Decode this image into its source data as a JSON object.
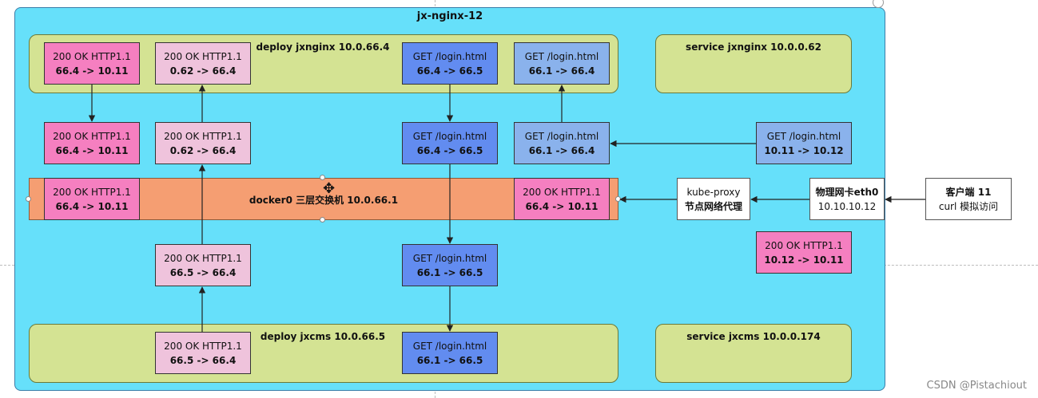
{
  "diagram": {
    "title": "jx-nginx-12",
    "lanes": {
      "deploy_jxnginx": "deploy jxnginx 10.0.66.4",
      "service_jxnginx": "service jxnginx 10.0.0.62",
      "deploy_jxcms": "deploy jxcms 10.0.66.5",
      "service_jxcms": "service jxcms 10.0.0.174"
    },
    "docker": "docker0 三层交换机  10.0.66.1",
    "boxes": {
      "r1c1": {
        "l1": "200 OK HTTP1.1",
        "l2": "66.4 -> 10.11"
      },
      "r1c2": {
        "l1": "200 OK HTTP1.1",
        "l2": "0.62 -> 66.4"
      },
      "r1c3": {
        "l1": "GET /login.html",
        "l2": "66.4 -> 66.5"
      },
      "r1c4": {
        "l1": "GET /login.html",
        "l2": "66.1 -> 66.4"
      },
      "r2c1": {
        "l1": "200 OK HTTP1.1",
        "l2": "66.4 -> 10.11"
      },
      "r2c2": {
        "l1": "200 OK HTTP1.1",
        "l2": "0.62 -> 66.4"
      },
      "r2c3": {
        "l1": "GET /login.html",
        "l2": "66.4 -> 66.5"
      },
      "r2c4": {
        "l1": "GET /login.html",
        "l2": "66.1 -> 66.4"
      },
      "r2c5": {
        "l1": "GET /login.html",
        "l2": "10.11 -> 10.12"
      },
      "d1": {
        "l1": "200 OK HTTP1.1",
        "l2": "66.4 -> 10.11"
      },
      "d2": {
        "l1": "200 OK HTTP1.1",
        "l2": "66.4 -> 10.11"
      },
      "r4c2": {
        "l1": "200 OK HTTP1.1",
        "l2": "66.5 -> 66.4"
      },
      "r4c3": {
        "l1": "GET /login.html",
        "l2": "66.1 -> 66.5"
      },
      "r4c5": {
        "l1": "200 OK HTTP1.1",
        "l2": "10.12 -> 10.11"
      },
      "r5c2": {
        "l1": "200 OK HTTP1.1",
        "l2": "66.5 -> 66.4"
      },
      "r5c3": {
        "l1": "GET /login.html",
        "l2": "66.1 -> 66.5"
      },
      "kube": {
        "l1": "kube-proxy",
        "l2": "节点网络代理"
      },
      "eth0": {
        "l1": "物理网卡eth0",
        "l2": "10.10.10.12"
      },
      "client": {
        "l1": "客户端 11",
        "l2": "curl 模拟访问"
      }
    },
    "colors": {
      "canvas": "#66e0fa",
      "lane": "#d4e393",
      "docker": "#f59e72",
      "response": "#f57fc0",
      "response_light": "#efc3dc",
      "request": "#628cf0",
      "request_light": "#8ab2ec"
    }
  },
  "watermark": "CSDN @Pistachiout"
}
